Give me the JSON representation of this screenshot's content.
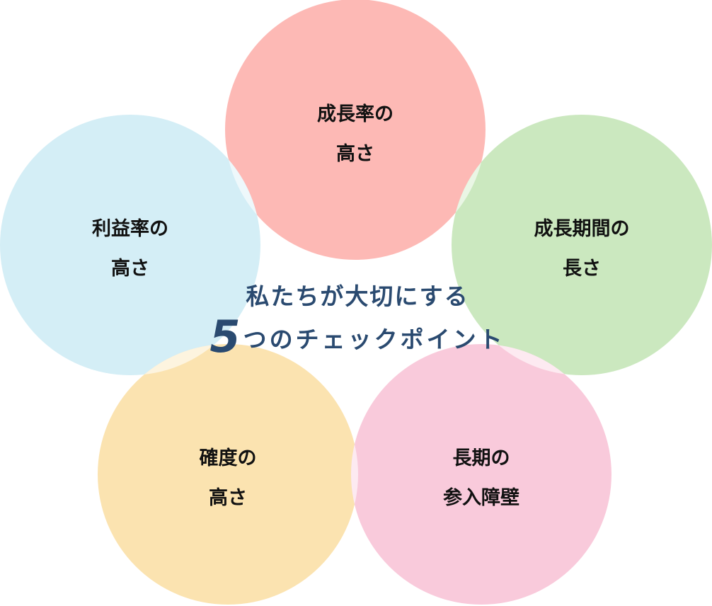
{
  "title": {
    "line1": "私たちが大切にする",
    "number": "5",
    "line2": "つのチェックポイント"
  },
  "circles": [
    {
      "id": "growth-rate",
      "line1": "成長率の",
      "line2": "高さ",
      "color": "#fdb9b5"
    },
    {
      "id": "profit-margin",
      "line1": "利益率の",
      "line2": "高さ",
      "color": "#d4eef6"
    },
    {
      "id": "growth-period",
      "line1": "成長期間の",
      "line2": "長さ",
      "color": "#cbe8bf"
    },
    {
      "id": "certainty",
      "line1": "確度の",
      "line2": "高さ",
      "color": "#fbe3b0"
    },
    {
      "id": "entry-barrier",
      "line1": "長期の",
      "line2": "参入障壁",
      "color": "#f9cadb"
    }
  ],
  "colors": {
    "title": "#2a4a70"
  }
}
